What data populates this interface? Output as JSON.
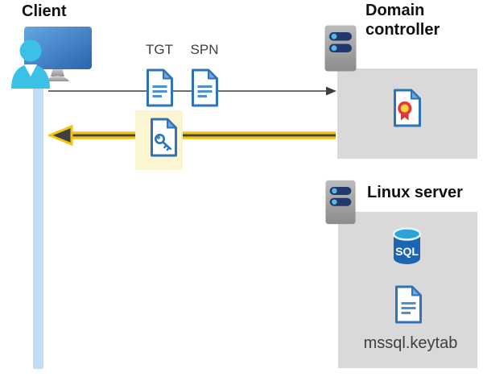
{
  "client": {
    "label": "Client"
  },
  "tickets": {
    "tgt": "TGT",
    "spn": "SPN"
  },
  "domain_controller": {
    "label": "Domain controller"
  },
  "linux_server": {
    "label": "Linux server",
    "sql_badge": "SQL",
    "keytab_filename": "mssql.keytab"
  },
  "icons": {
    "client_user": "user-icon",
    "client_monitor": "monitor-icon",
    "domain_controller_server": "server-icon",
    "linux_server_server": "server-icon",
    "tgt": "ticket-document-icon",
    "spn": "ticket-document-icon",
    "service_ticket": "key-document-icon",
    "certificate": "certificate-icon",
    "sql_database": "sql-database-icon",
    "keytab_file": "document-icon"
  },
  "colors": {
    "response_arrow_yellow": "#F2C411",
    "highlight_yellow": "#FBF5D2",
    "panel_gray": "#D9D9D9",
    "client_lifeline_blue": "#C2DCF5",
    "document_blue": "#2E72B8",
    "sql_blue": "#1A66B4",
    "request_arrow_gray": "#595959"
  }
}
